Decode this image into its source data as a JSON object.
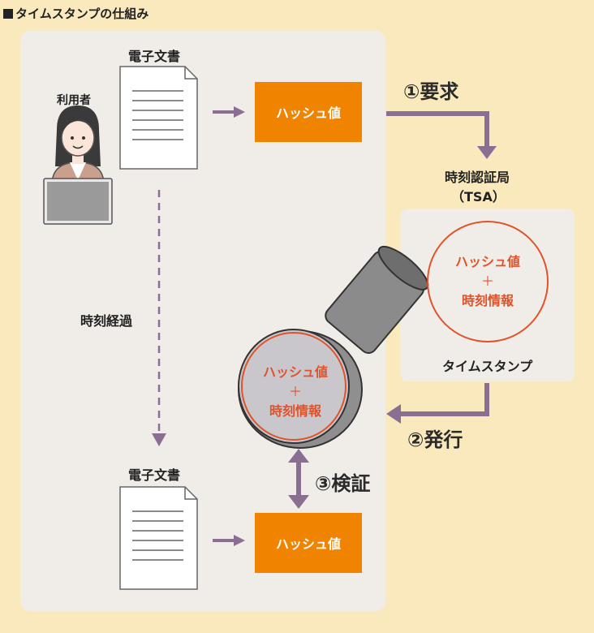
{
  "title": "タイムスタンプの仕組み",
  "top": {
    "user_label": "利用者",
    "document_label": "電子文書",
    "hash_label": "ハッシュ値"
  },
  "tsa": {
    "name": "時刻認証局",
    "abbr": "（TSA）",
    "circle_line1": "ハッシュ値",
    "circle_plus": "＋",
    "circle_line2": "時刻情報",
    "caption": "タイムスタンプ"
  },
  "stamp": {
    "line1": "ハッシュ値",
    "plus": "＋",
    "line2": "時刻情報"
  },
  "time_elapsed": "時刻経過",
  "bottom": {
    "document_label": "電子文書",
    "hash_label": "ハッシュ値"
  },
  "steps": {
    "request": "①要求",
    "issue": "②発行",
    "verify": "③検証"
  },
  "colors": {
    "background": "#f9e9bd",
    "panel": "#f0ede8",
    "hash_box": "#f08300",
    "accent_red": "#e0532a",
    "arrow_purple": "#8a6f92"
  }
}
